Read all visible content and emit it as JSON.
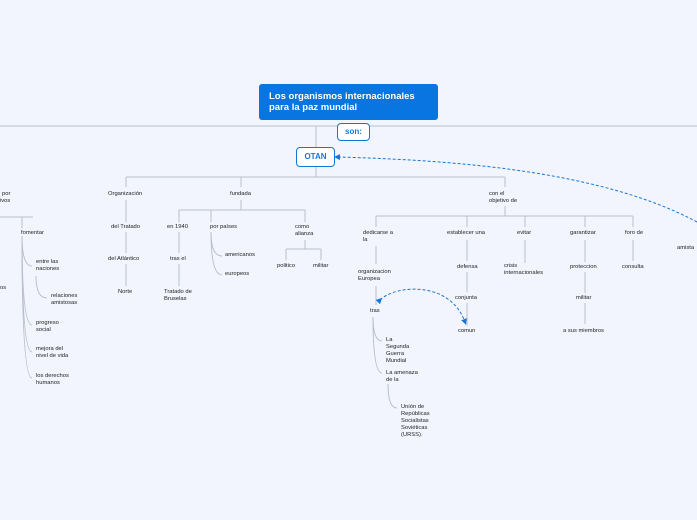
{
  "root": {
    "title": "Los organismos internacionales para la paz mundial"
  },
  "connector": {
    "label": "son:"
  },
  "hub": {
    "label": "OTAN"
  },
  "left_cut": {
    "a": "por",
    "b": "ivos",
    "c": "os"
  },
  "fomentar": {
    "label": "fomentar",
    "items": [
      "entre las naciones",
      "relaciones amistosas",
      "progreso social",
      "mejora del nivel de vida",
      "los derechos humanos"
    ]
  },
  "organizacion": {
    "l1": "Organización",
    "l2": "del Tratado",
    "l3": "del Atlántico",
    "l4": "Norte"
  },
  "fundada": {
    "label": "fundada",
    "en1940": "en 1940",
    "tras_el": "tras el",
    "tratado": "Tratado de Bruselas",
    "por_paises": "por países",
    "americanos": "americanos",
    "europeos": "europeos",
    "como_alianza": "como alianza",
    "politico": "politico",
    "militar": "militar"
  },
  "objetivo": {
    "label": "con el objetivo de",
    "dedicarse": "dedicarse a la",
    "organizacion_europea": "organizacion Europea",
    "tras": "tras",
    "segunda_guerra": "La Segunda Guerra Mundial",
    "amenaza": "La amenaza de la",
    "urss": "Unión de Repúblicas Socialistas Soviéticas (URSS).",
    "establecer": "establecer una",
    "defensa": "defensa",
    "conjunta": "conjunta",
    "comun": "comun",
    "evitar": "evitar",
    "crisis": "crisis internacionales",
    "garantizar": "garantizar",
    "proteccion": "proteccion",
    "militar2": "militar",
    "miembros": "a sus miembros",
    "foro": "foro de",
    "consulta": "consulta"
  },
  "right_cut": {
    "label": "amista"
  },
  "colors": {
    "accent": "#0875e1",
    "line": "#b9bfcc",
    "background": "#f3f5fe"
  }
}
